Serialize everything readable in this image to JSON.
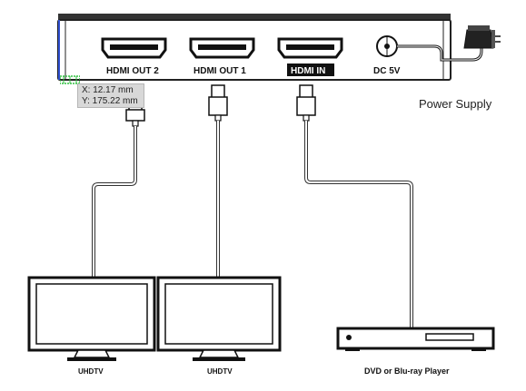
{
  "extender": {
    "ports": {
      "out2": "HDMI OUT 2",
      "out1": "HDMI OUT 1",
      "in": "HDMI IN",
      "power": "DC 5V"
    }
  },
  "power_supply": {
    "label": "Power Supply"
  },
  "displays": {
    "left": {
      "label": "UHDTV"
    },
    "center": {
      "label": "UHDTV"
    }
  },
  "source": {
    "label": "DVD or Blu-ray Player"
  },
  "coordinate_readout": {
    "x": "X: 12.17 mm",
    "y": "Y: 175.22 mm"
  },
  "colors": {
    "selection": "#3050d0",
    "marker": "#30c040"
  }
}
